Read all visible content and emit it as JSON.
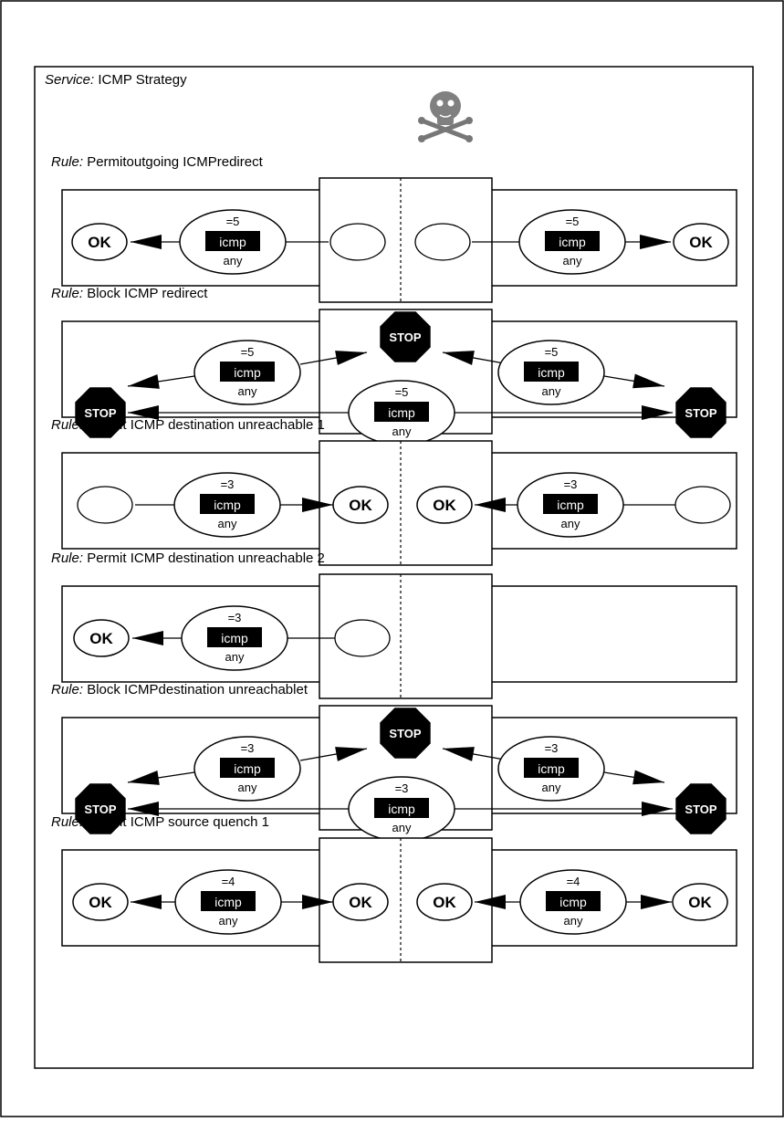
{
  "service": {
    "label": "Service:",
    "name": "ICMP Strategy"
  },
  "icons": {
    "header": "skull-crossbones-icon",
    "permit": "ok-icon",
    "block": "stop-sign-icon"
  },
  "node_text": {
    "ok": "OK",
    "stop": "STOP",
    "protocol": "icmp",
    "match": "any"
  },
  "rules": [
    {
      "label": "Rule:",
      "name": "Permitoutgoing ICMPredirect",
      "type": "permit-outgoing",
      "code": "=5"
    },
    {
      "label": "Rule:",
      "name": "Block ICMP redirect",
      "type": "block",
      "code": "=5"
    },
    {
      "label": "Rule:",
      "name": "Permit ICMP destination unreachable 1",
      "type": "permit-incoming",
      "code": "=3"
    },
    {
      "label": "Rule:",
      "name": "Permit ICMP destination unreachable 2",
      "type": "permit-left",
      "code": "=3"
    },
    {
      "label": "Rule:",
      "name": "Block ICMPdestination unreachablet",
      "type": "block",
      "code": "=3"
    },
    {
      "label": "Rule:",
      "name": "Permit ICMP source quench 1",
      "type": "permit-both",
      "code": "=4"
    }
  ]
}
